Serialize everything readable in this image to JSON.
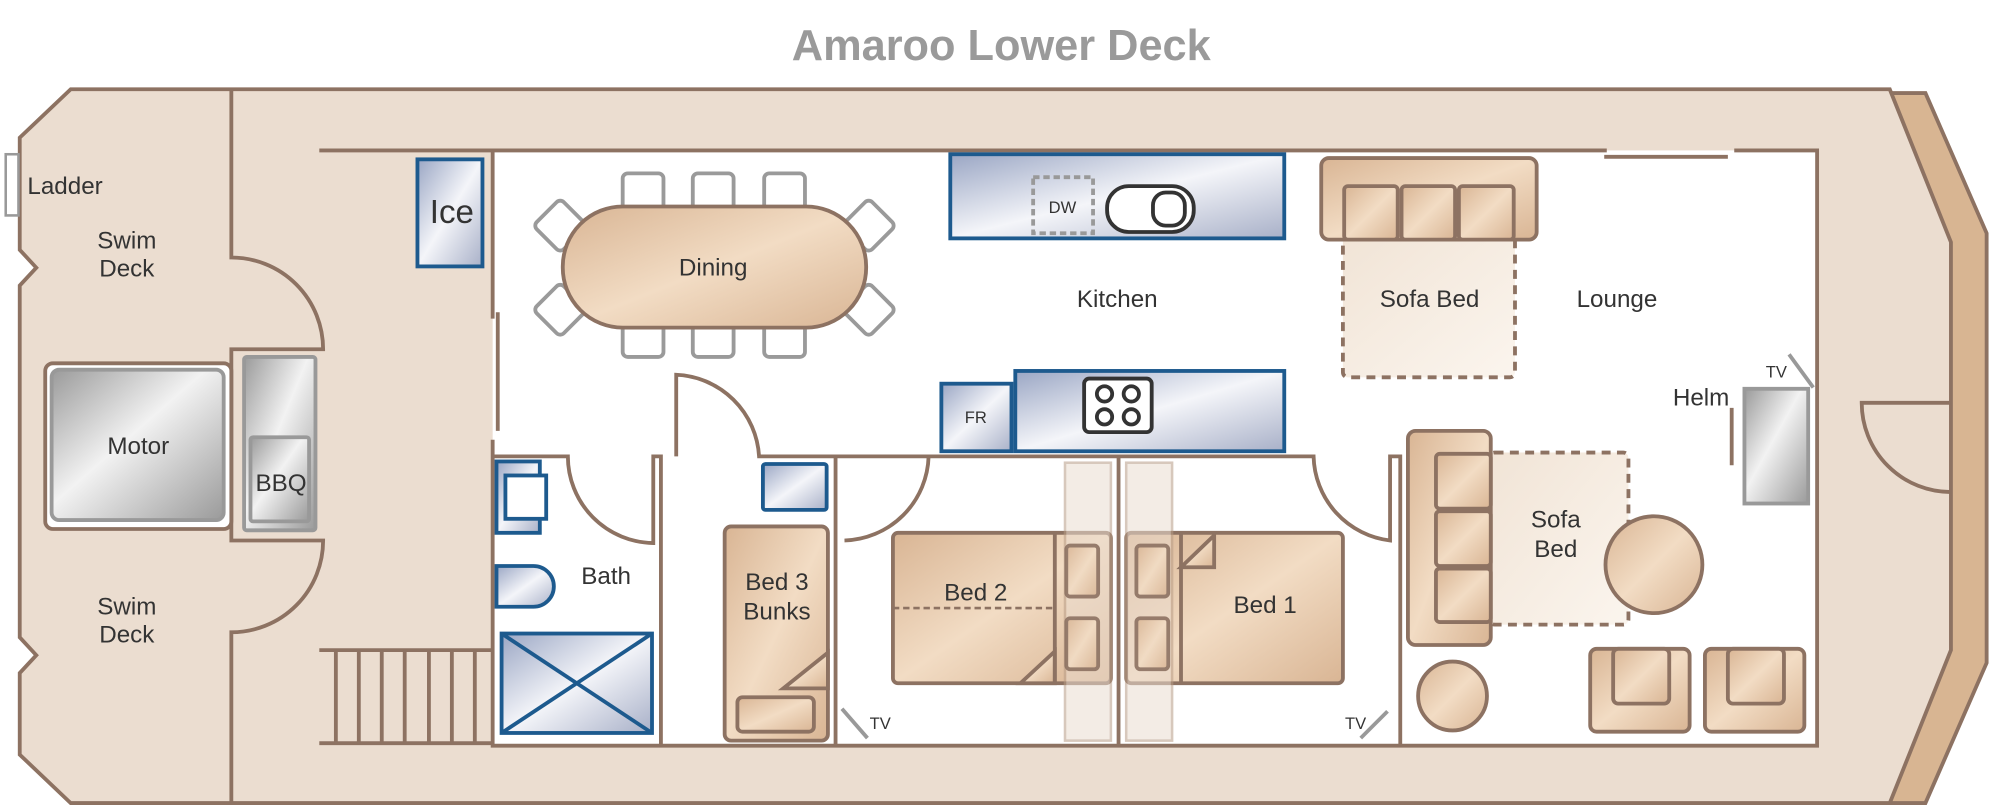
{
  "title": "Amaroo Lower Deck",
  "labels": {
    "ladder": "Ladder",
    "swim_deck_top": [
      "Swim",
      "Deck"
    ],
    "swim_deck_bottom": [
      "Swim",
      "Deck"
    ],
    "motor": "Motor",
    "bbq": "BBQ",
    "ice": "Ice",
    "dining": "Dining",
    "kitchen": "Kitchen",
    "dishwasher": "DW",
    "fridge": "FR",
    "sofa_bed_top": "Sofa Bed",
    "lounge": "Lounge",
    "helm": "Helm",
    "tv_helm": "TV",
    "tv_bed1": "TV",
    "tv_bed2": "TV",
    "bath": "Bath",
    "bed3": [
      "Bed 3",
      "Bunks"
    ],
    "bed2": "Bed 2",
    "bed1": "Bed 1",
    "sofa_bed_lounge": [
      "Sofa",
      "Bed"
    ]
  },
  "colors": {
    "deck": "#ebddd0",
    "wall": "#8d7262",
    "bow": "#d8b592",
    "appliance_blue": "#1d5a8e",
    "title": "#9a9a9a"
  }
}
